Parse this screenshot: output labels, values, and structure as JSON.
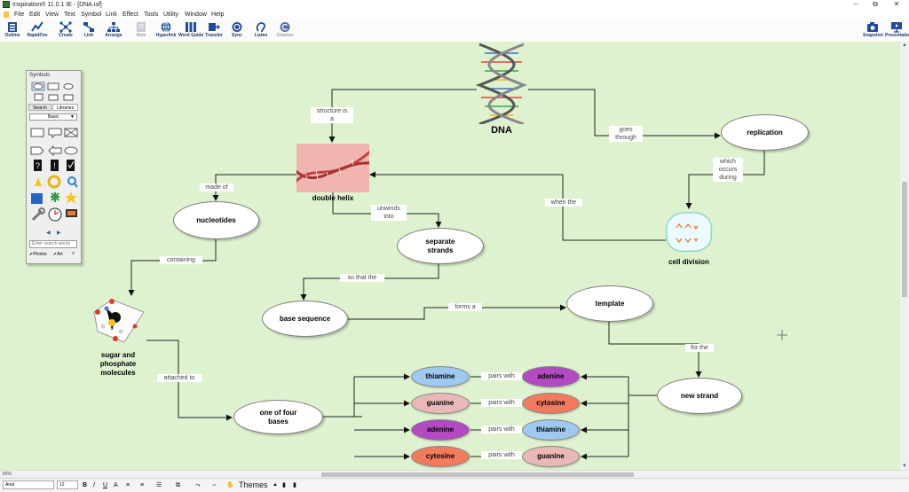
{
  "window": {
    "title": "Inspiration® 11.0.1 IE - [DNA.isf]",
    "controls": [
      "–",
      "⧉",
      "✕"
    ]
  },
  "menu": [
    "File",
    "Edit",
    "View",
    "Text",
    "Symbol",
    "Link",
    "Effect",
    "Tools",
    "Utility",
    "Window",
    "Help"
  ],
  "toolbar": {
    "left": [
      {
        "label": "Outline",
        "icon": "outline-icon"
      },
      {
        "label": "RapidFire",
        "icon": "rapidfire-icon"
      },
      {
        "label": "Create",
        "icon": "create-icon"
      },
      {
        "label": "Link",
        "icon": "link-icon"
      },
      {
        "label": "Arrange",
        "icon": "arrange-icon"
      },
      {
        "label": "Note",
        "icon": "note-icon"
      },
      {
        "label": "Hyperlink",
        "icon": "hyperlink-icon"
      },
      {
        "label": "Word Guide",
        "icon": "word-guide-icon"
      },
      {
        "label": "Transfer",
        "icon": "transfer-icon"
      },
      {
        "label": "Sync",
        "icon": "sync-icon"
      },
      {
        "label": "Listen",
        "icon": "listen-icon"
      },
      {
        "label": "Citation",
        "icon": "citation-icon"
      }
    ],
    "right": [
      {
        "label": "Snapshot",
        "icon": "snapshot-icon"
      },
      {
        "label": "Presentation",
        "icon": "presentation-icon"
      }
    ]
  },
  "palette": {
    "title": "Symbols",
    "tabs": [
      "Search",
      "Libraries"
    ],
    "library": "Basic",
    "search_placeholder": "Enter search words",
    "filters": [
      "Photos",
      "Art"
    ]
  },
  "diagram": {
    "nodes": {
      "dna": "DNA",
      "replication": "replication",
      "double_helix": "double helix",
      "nucleotides": "nucleotides",
      "separate_strands": "separate\nstrands",
      "cell_division": "cell division",
      "base_sequence": "base sequence",
      "template": "template",
      "sugar_phosphate": "sugar and\nphosphate\nmolecules",
      "new_strand": "new strand",
      "one_of_four": "one of four\nbases",
      "thiamine_1": "thiamine",
      "guanine_1": "guanine",
      "adenine_1": "adenine",
      "cytosine_1": "cytosine",
      "adenine_2": "adenine",
      "cytosine_2": "cytosine",
      "thiamine_2": "thiamine",
      "guanine_2": "guanine"
    },
    "links": {
      "structure_is_a": "structure is\na",
      "goes_through": "goes\nthrough",
      "which_occurs_during": "which\noccurs\nduring",
      "made_of": "made of",
      "unwinds_into": "unwinds\ninto",
      "when_the": "when the",
      "containing": "containing",
      "so_that_the": "so that the",
      "forms_a": "forms a",
      "for_the": "for the",
      "attached_to": "attached to",
      "pairs_with_1": "pairs with",
      "pairs_with_2": "pairs with",
      "pairs_with_3": "pairs with",
      "pairs_with_4": "pairs with"
    }
  },
  "colors": {
    "canvas": "#dff2cf",
    "thiamine": "#9fc9ef",
    "guanine": "#e9b9b7",
    "adenine": "#b24bc2",
    "cytosine": "#f27a5e"
  },
  "statusbar": {
    "zoom": "65%"
  },
  "format": {
    "font": "Arial",
    "size": "12",
    "bold": "B",
    "italic": "I",
    "underline": "U",
    "themes": "Themes"
  }
}
